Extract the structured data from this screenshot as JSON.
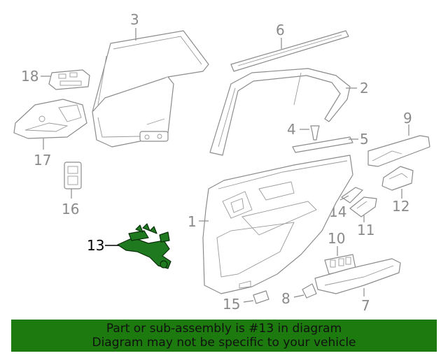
{
  "callouts": {
    "c1": "1",
    "c2": "2",
    "c3": "3",
    "c4": "4",
    "c5": "5",
    "c6": "6",
    "c7": "7",
    "c8": "8",
    "c9": "9",
    "c10": "10",
    "c11": "11",
    "c12": "12",
    "c13": "13",
    "c14": "14",
    "c15": "15",
    "c16": "16",
    "c17": "17",
    "c18": "18"
  },
  "highlighted_part": "13",
  "banner": {
    "line1": "Part or sub-assembly is #13 in diagram",
    "line2": "Diagram may not be specific to your vehicle"
  },
  "colors": {
    "highlight_part": "#1f7a1f",
    "banner_background": "#1c7a0e",
    "line_art": "#8c8c8c",
    "callout_text": "#8a8a8a"
  }
}
